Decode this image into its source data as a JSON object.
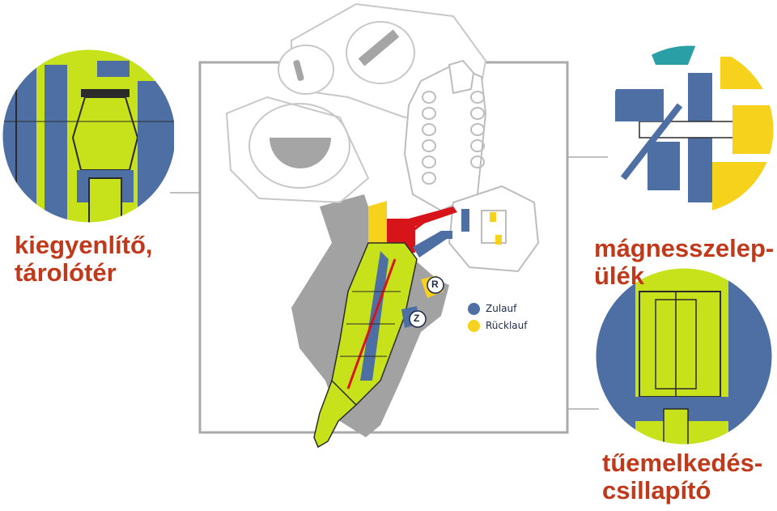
{
  "labels": {
    "left_callout_line1": "kiegyenlítő,",
    "left_callout_line2": "tárolótér",
    "right_top_callout_line1": "mágnesszelep-",
    "right_top_callout_line2": "ülék",
    "right_bottom_callout_line1": "tűemelkedés-",
    "right_bottom_callout_line2": "csillapító"
  },
  "legend": {
    "zulauf": "Zulauf",
    "ruecklauf": "Rücklauf"
  },
  "markers": {
    "r": "R",
    "z": "Z"
  },
  "colors": {
    "lime": "#c7e21a",
    "blue": "#4e6fa4",
    "yellow": "#f6d21c",
    "red": "#d7141a",
    "teal": "#2aa0a6",
    "gray": "#9d9d9d",
    "label": "#c0391b"
  }
}
